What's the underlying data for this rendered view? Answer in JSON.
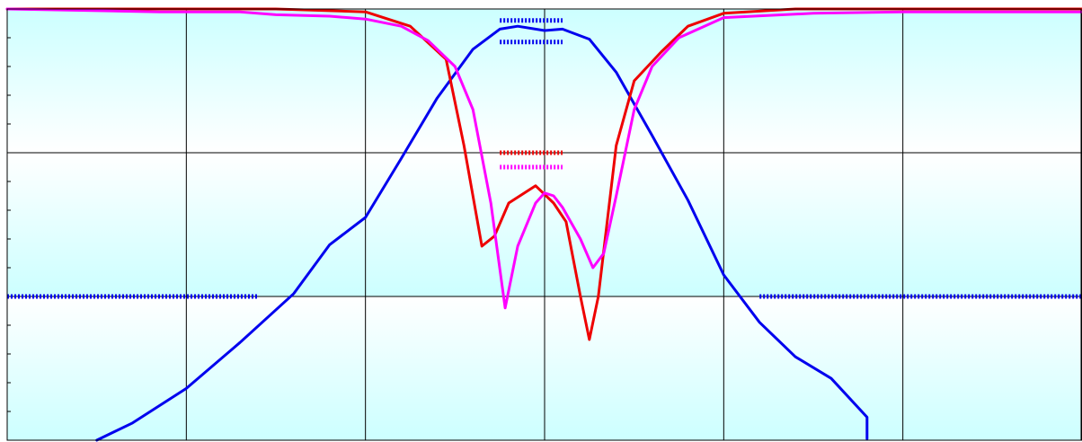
{
  "chart_data": {
    "type": "line",
    "title": "",
    "xlabel": "",
    "ylabel": "",
    "xlim": [
      0,
      6
    ],
    "ylim": [
      0,
      3
    ],
    "grid": true,
    "legend": "none",
    "colors": {
      "plot_band_top": "#ccffff",
      "plot_band_mid": "#ffffff",
      "gridline": "#000000",
      "blue": "#0000ee",
      "red": "#ee0000",
      "magenta": "#ff00ff",
      "outer_background": "#ffffff"
    },
    "series": [
      {
        "color": "#0000ee",
        "line": "solid",
        "points": [
          [
            0.5,
            0
          ],
          [
            0.7,
            0.12
          ],
          [
            1.0,
            0.36
          ],
          [
            1.3,
            0.68
          ],
          [
            1.6,
            1.02
          ],
          [
            1.8,
            1.36
          ],
          [
            2.0,
            1.55
          ],
          [
            2.2,
            1.96
          ],
          [
            2.4,
            2.38
          ],
          [
            2.6,
            2.72
          ],
          [
            2.75,
            2.86
          ],
          [
            2.85,
            2.88
          ],
          [
            3.0,
            2.85
          ],
          [
            3.1,
            2.86
          ],
          [
            3.25,
            2.79
          ],
          [
            3.4,
            2.56
          ],
          [
            3.6,
            2.12
          ],
          [
            3.8,
            1.67
          ],
          [
            4.0,
            1.15
          ],
          [
            4.2,
            0.82
          ],
          [
            4.4,
            0.58
          ],
          [
            4.6,
            0.43
          ],
          [
            4.8,
            0.16
          ],
          [
            4.8,
            0.01
          ]
        ]
      },
      {
        "color": "#ee0000",
        "line": "solid",
        "points": [
          [
            0,
            3.0
          ],
          [
            1.5,
            3.0
          ],
          [
            2.0,
            2.98
          ],
          [
            2.25,
            2.88
          ],
          [
            2.45,
            2.65
          ],
          [
            2.55,
            2.05
          ],
          [
            2.65,
            1.35
          ],
          [
            2.72,
            1.42
          ],
          [
            2.8,
            1.65
          ],
          [
            2.95,
            1.77
          ],
          [
            3.05,
            1.65
          ],
          [
            3.12,
            1.52
          ],
          [
            3.2,
            1.0
          ],
          [
            3.25,
            0.7
          ],
          [
            3.3,
            1.0
          ],
          [
            3.4,
            2.05
          ],
          [
            3.5,
            2.5
          ],
          [
            3.65,
            2.7
          ],
          [
            3.8,
            2.88
          ],
          [
            4.0,
            2.97
          ],
          [
            4.4,
            3.0
          ],
          [
            6.0,
            3.0
          ]
        ]
      },
      {
        "color": "#ff00ff",
        "line": "solid",
        "points": [
          [
            0,
            3.0
          ],
          [
            0.85,
            2.98
          ],
          [
            1.3,
            2.98
          ],
          [
            1.5,
            2.96
          ],
          [
            1.8,
            2.95
          ],
          [
            2.0,
            2.93
          ],
          [
            2.2,
            2.88
          ],
          [
            2.35,
            2.78
          ],
          [
            2.5,
            2.6
          ],
          [
            2.6,
            2.3
          ],
          [
            2.7,
            1.65
          ],
          [
            2.78,
            0.92
          ],
          [
            2.85,
            1.35
          ],
          [
            2.95,
            1.65
          ],
          [
            3.0,
            1.72
          ],
          [
            3.05,
            1.7
          ],
          [
            3.1,
            1.62
          ],
          [
            3.2,
            1.4
          ],
          [
            3.27,
            1.2
          ],
          [
            3.33,
            1.3
          ],
          [
            3.4,
            1.7
          ],
          [
            3.5,
            2.3
          ],
          [
            3.6,
            2.6
          ],
          [
            3.75,
            2.8
          ],
          [
            4.0,
            2.94
          ],
          [
            4.5,
            2.97
          ],
          [
            5.0,
            2.98
          ],
          [
            6.0,
            2.98
          ]
        ]
      },
      {
        "color": "#0000ee",
        "line": "dashed",
        "segments": [
          [
            [
              0,
              1.0
            ],
            [
              1.4,
              1.0
            ]
          ],
          [
            [
              4.2,
              1.0
            ],
            [
              6.0,
              1.0
            ]
          ],
          [
            [
              2.75,
              2.92
            ],
            [
              3.1,
              2.92
            ]
          ],
          [
            [
              2.75,
              2.77
            ],
            [
              3.1,
              2.77
            ]
          ]
        ]
      },
      {
        "color": "#ee0000",
        "line": "dashed",
        "segments": [
          [
            [
              2.75,
              2.0
            ],
            [
              3.1,
              2.0
            ]
          ]
        ]
      },
      {
        "color": "#ff00ff",
        "line": "dashed",
        "segments": [
          [
            [
              2.75,
              1.9
            ],
            [
              3.1,
              1.9
            ]
          ]
        ]
      }
    ]
  }
}
